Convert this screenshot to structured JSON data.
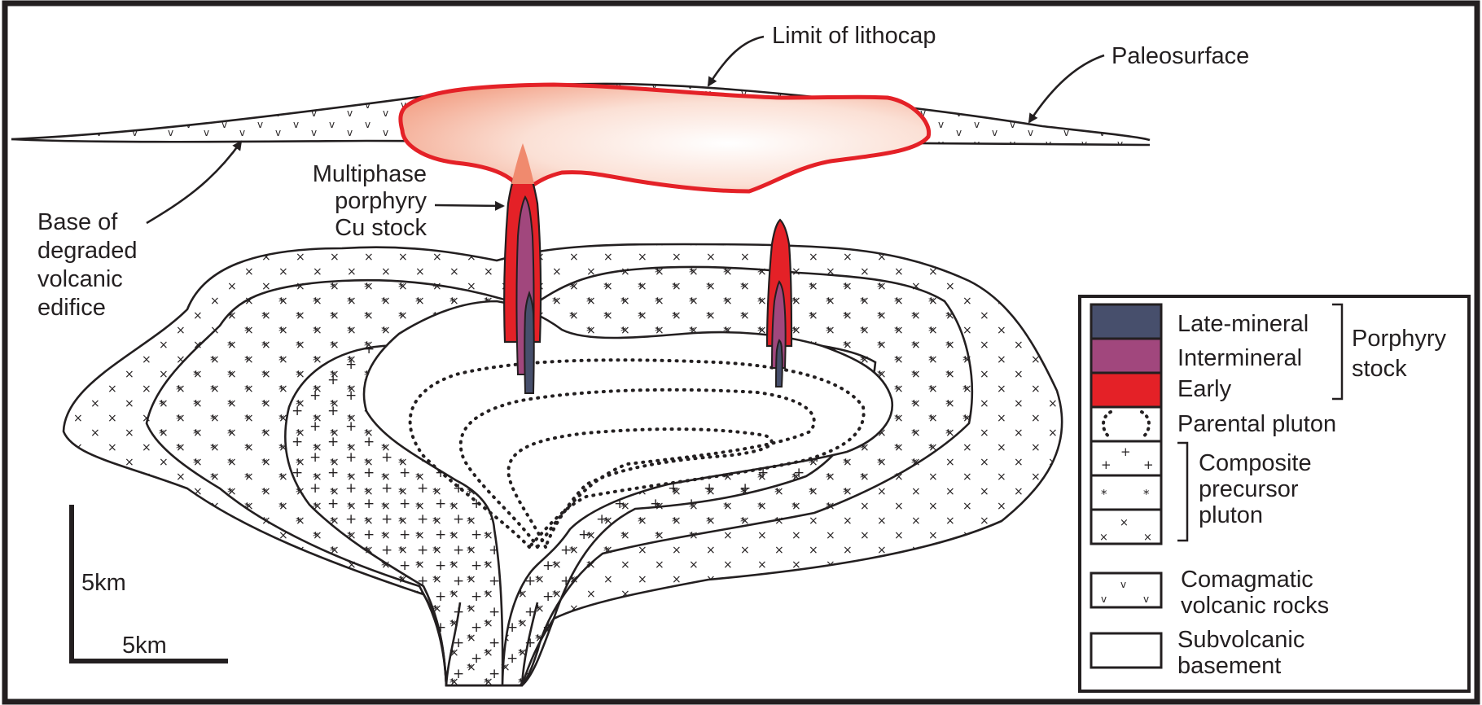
{
  "labels": {
    "limit_of_lithocap": "Limit of lithocap",
    "paleosurface": "Paleosurface",
    "stock_line1": "Multiphase",
    "stock_line2": "porphyry",
    "stock_line3": "Cu stock",
    "base_line1": "Base of",
    "base_line2": "degraded",
    "base_line3": "volcanic",
    "base_line4": "edifice"
  },
  "scale": {
    "vertical": "5km",
    "horizontal": "5km"
  },
  "legend": {
    "items": [
      {
        "label": "Late-mineral",
        "color": "#474f6c"
      },
      {
        "label": "Intermineral",
        "color": "#a1477d"
      },
      {
        "label": "Early",
        "color": "#e42127"
      },
      {
        "label": "Parental pluton"
      },
      {
        "label": "Comagmatic",
        "label2": "volcanic rocks"
      },
      {
        "label": "Subvolcanic",
        "label2": "basement"
      }
    ],
    "porphyry_group": {
      "line1": "Porphyry",
      "line2": "stock"
    },
    "composite_group": {
      "line1": "Composite",
      "line2": "precursor",
      "line3": "pluton"
    }
  },
  "colors": {
    "early": "#e42127",
    "intermineral": "#a1477d",
    "late_mineral": "#474f6c",
    "lithocap_fill": "#f6b9a6",
    "outline": "#231f20"
  }
}
